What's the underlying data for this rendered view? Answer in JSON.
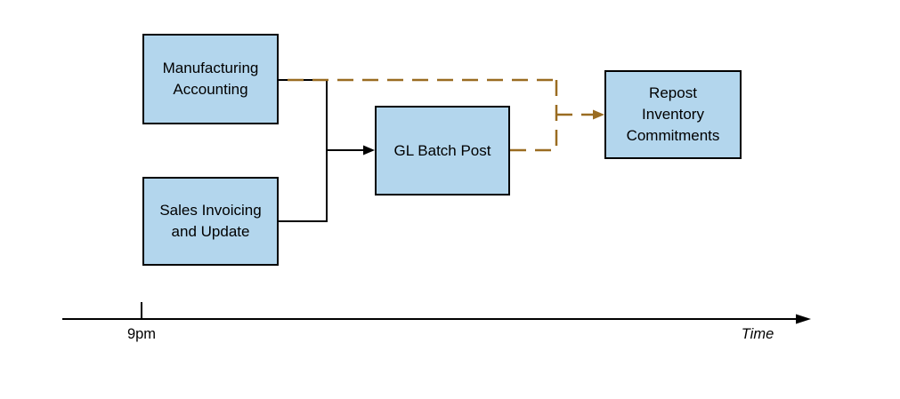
{
  "nodes": [
    {
      "id": "manufacturing-accounting",
      "label": "Manufacturing\nAccounting"
    },
    {
      "id": "sales-invoicing-and-update",
      "label": "Sales Invoicing\nand Update"
    },
    {
      "id": "gl-batch-post",
      "label": "GL Batch Post"
    },
    {
      "id": "repost-inventory-commitments",
      "label": "Repost\nInventory\nCommitments"
    }
  ],
  "timeline": {
    "tick_label": "9pm",
    "axis_label": "Time"
  },
  "colors": {
    "node_fill": "#B3D6ED",
    "node_border": "#000000",
    "solid_connector": "#000000",
    "dashed_connector": "#9A6C21",
    "background": "#FFFFFF"
  }
}
